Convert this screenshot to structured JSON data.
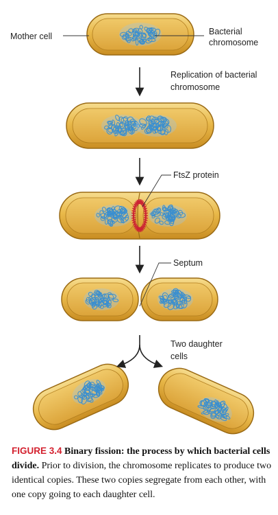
{
  "labels": {
    "mother_cell": "Mother cell",
    "bacterial_chromosome": [
      "Bacterial",
      "chromosome"
    ],
    "replication": [
      "Replication of bacterial",
      "chromosome"
    ],
    "ftsz_protein": "FtsZ protein",
    "septum": "Septum",
    "two_daughter_cells": [
      "Two daughter",
      "cells"
    ]
  },
  "caption": {
    "figure_label": "FIGURE 3.4",
    "title": "Binary fission: the process by which bacterial cells divide.",
    "body": "Prior to division, the chromosome replicates to produce two identical copies. These two copies segregate from each other, with one copy going to each daughter cell."
  },
  "colors": {
    "cell_fill": "#e9b94a",
    "cell_outline": "#9a6a14",
    "cell_highlight": "#f8e2a0",
    "dna": "#3a8fd0",
    "ftsz": "#cc2233",
    "caption_accent": "#d3202e"
  }
}
